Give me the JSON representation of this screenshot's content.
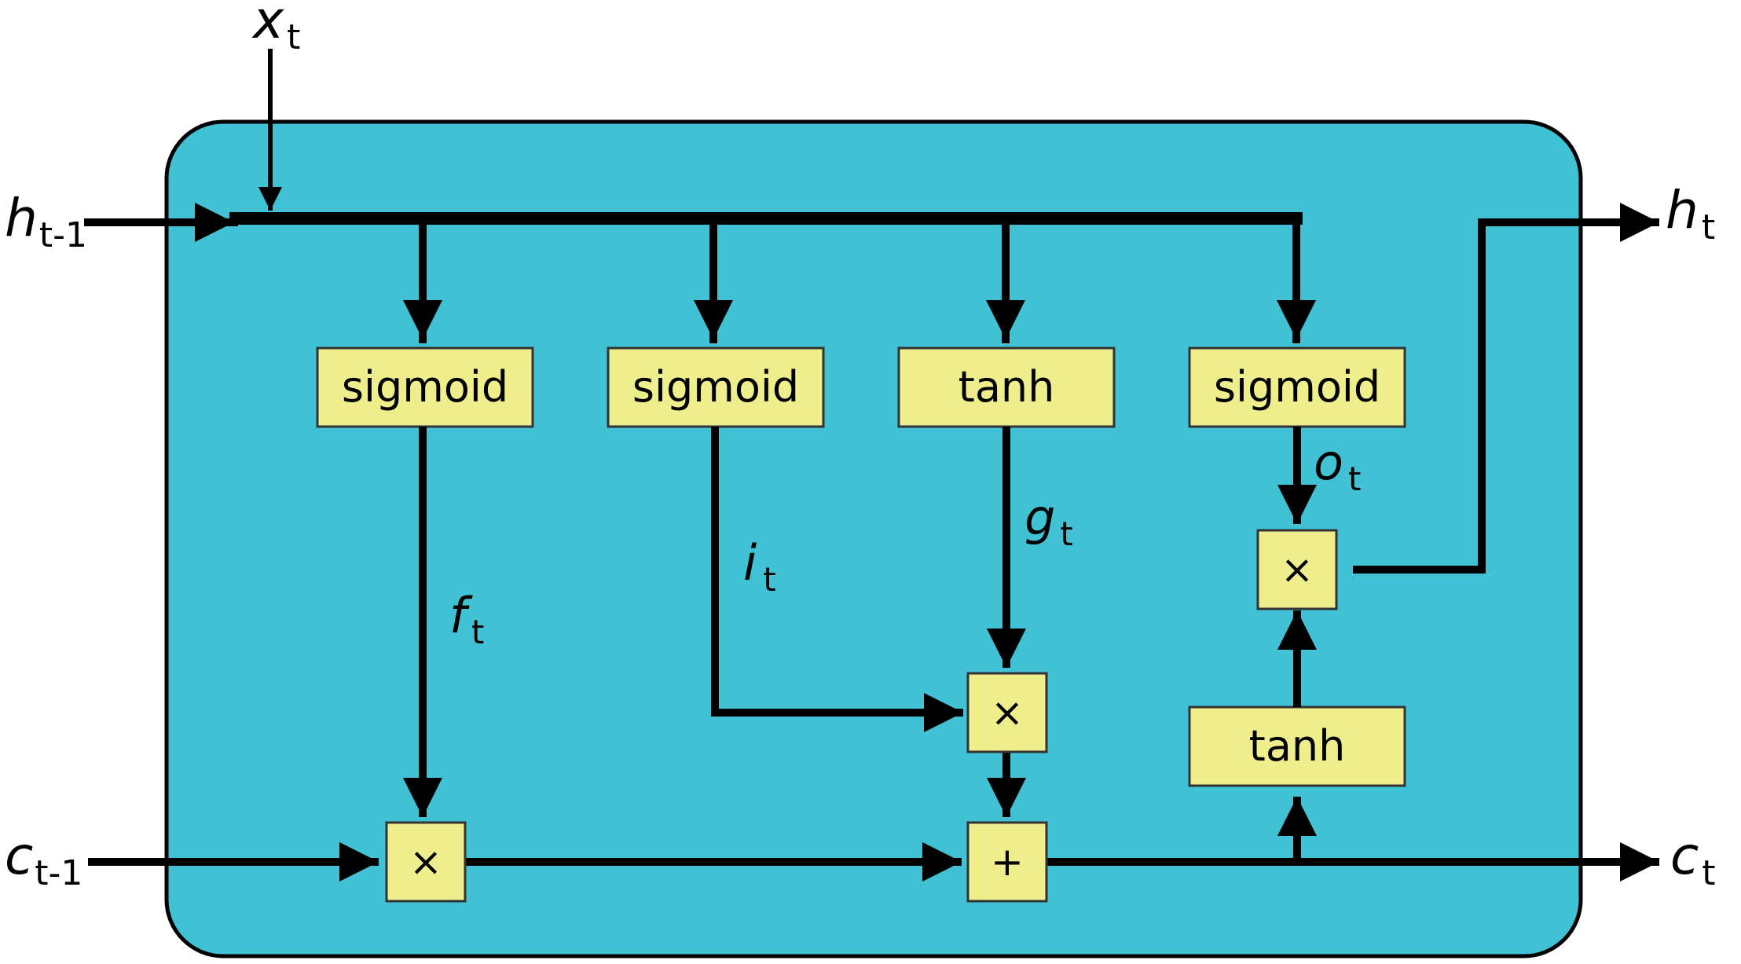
{
  "diagram": {
    "inputs": {
      "x": {
        "main": "x",
        "sub": "t"
      },
      "h_prev": {
        "main": "h",
        "sub": "t-1"
      },
      "c_prev": {
        "main": "c",
        "sub": "t-1"
      }
    },
    "outputs": {
      "h": {
        "main": "h",
        "sub": "t"
      },
      "c": {
        "main": "c",
        "sub": "t"
      }
    },
    "gates": {
      "forget": "sigmoid",
      "input": "sigmoid",
      "candidate": "tanh",
      "output": "sigmoid",
      "cell_tanh": "tanh"
    },
    "operators": {
      "forget_mult": "×",
      "input_mult": "×",
      "add": "+",
      "output_mult": "×"
    },
    "signals": {
      "f": {
        "main": "f",
        "sub": "t"
      },
      "i": {
        "main": "i",
        "sub": "t"
      },
      "g": {
        "main": "g",
        "sub": "t"
      },
      "o": {
        "main": "o",
        "sub": "t"
      }
    },
    "colors": {
      "cell_fill": "#40C1D4",
      "gate_fill": "#EEEE8C",
      "line": "#000000"
    }
  }
}
